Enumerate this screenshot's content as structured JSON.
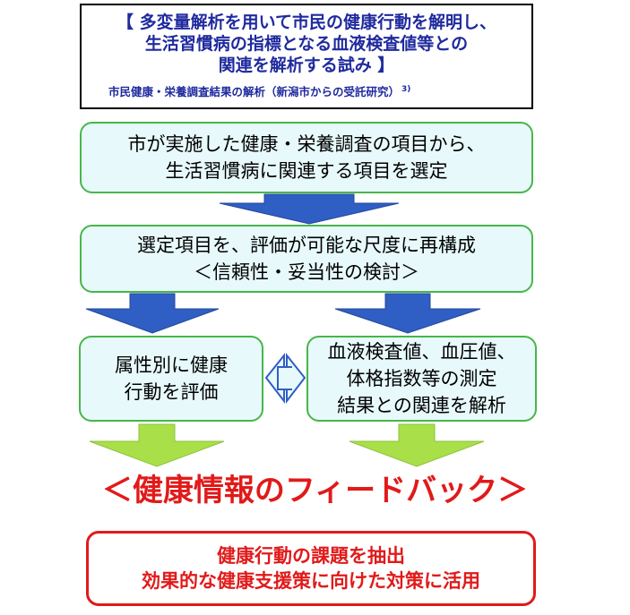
{
  "title": {
    "line1": "【 多変量解析を用いて市民の健康行動を解明し、",
    "line2": "生活習慣病の指標となる血液検査値等との",
    "line3": "関連を解析する試み 】",
    "subtitle": "市民健康・栄養調査結果の解析（新潟市からの受託研究）",
    "subtitle_ref": "3)"
  },
  "steps": {
    "step1": [
      "市が実施した健康・栄養調査の項目から、",
      "生活習慣病に関連する項目を選定"
    ],
    "step2": [
      "選定項目を、評価が可能な尺度に再構成",
      "＜信頼性・妥当性の検討＞"
    ],
    "left": [
      "属性別に健康",
      "行動を評価"
    ],
    "right": [
      "血液検査値、血圧値、",
      "体格指数等の測定",
      "結果との関連を解析"
    ]
  },
  "feedback": "＜健康情報のフィードバック＞",
  "result": {
    "line1": "健康行動の課題を抽出",
    "line2": "効果的な健康支援策に向けた対策に活用"
  },
  "colors": {
    "title_text": "#1f2a9e",
    "box_fill": "#e8f9fb",
    "box_border": "#47b64a",
    "blue_arrow": "#2f5fc4",
    "green_arrow": "#a9e04a",
    "accent_red": "#e11a1a"
  }
}
